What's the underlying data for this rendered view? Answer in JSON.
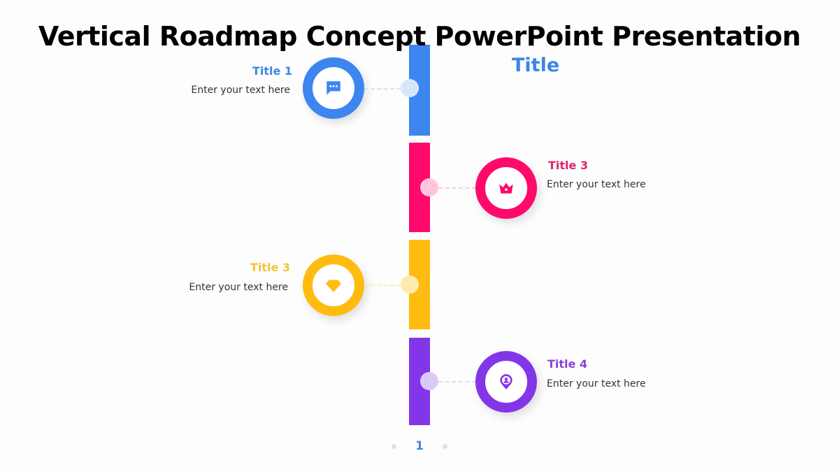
{
  "header": {
    "title": "Vertical Roadmap Concept PowerPoint Presentation",
    "subtitle": "Title"
  },
  "colors": {
    "blue": "#3d86f0",
    "pink": "#ff0a6c",
    "yellow": "#ffbb10",
    "purple": "#8336e8"
  },
  "milestones": [
    {
      "title": "Title 1",
      "text": "Enter your text here",
      "icon": "chat-bubble-icon",
      "side": "left",
      "color": "#3d86f0"
    },
    {
      "title": "Title 3",
      "text": "Enter your text here",
      "icon": "crown-icon",
      "side": "right",
      "color": "#ff0a6c"
    },
    {
      "title": "Title 3",
      "text": "Enter your text here",
      "icon": "diamond-icon",
      "side": "left",
      "color": "#ffbb10"
    },
    {
      "title": "Title 4",
      "text": "Enter your text here",
      "icon": "location-user-icon",
      "side": "right",
      "color": "#8336e8"
    }
  ],
  "pager": {
    "current": "1"
  }
}
